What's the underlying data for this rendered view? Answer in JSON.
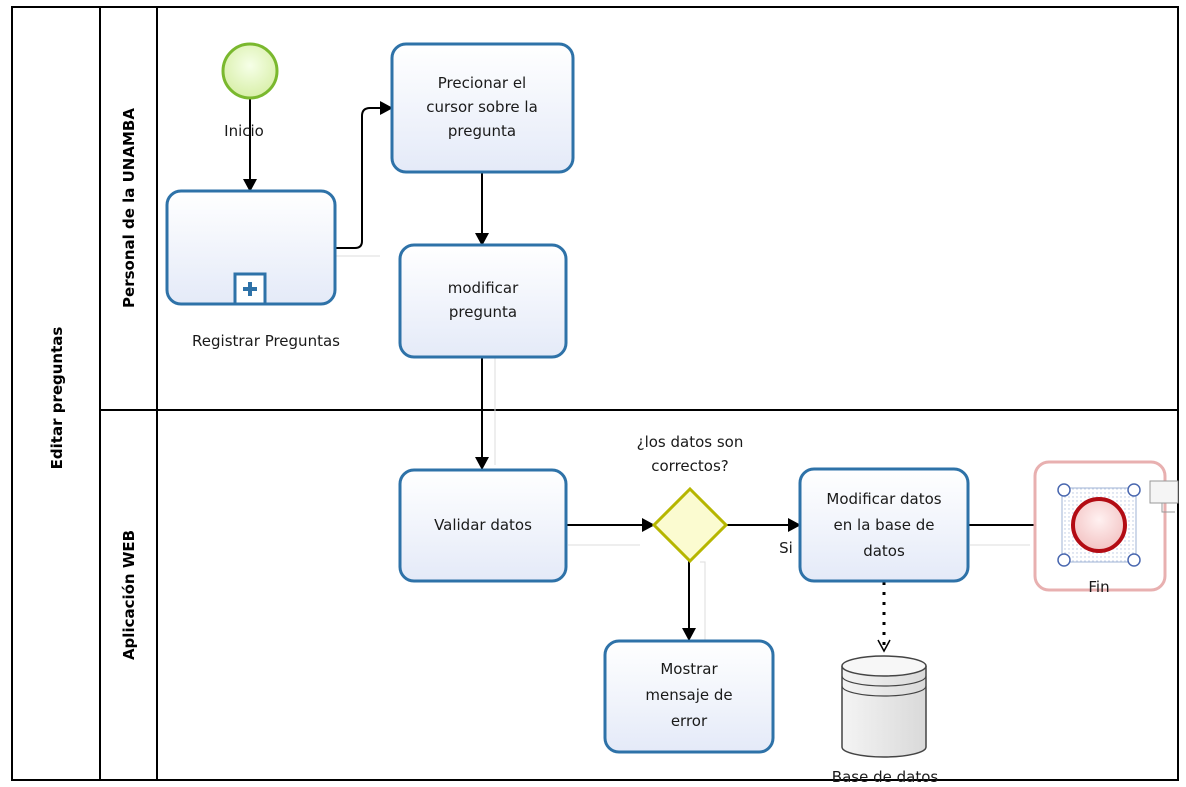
{
  "pool": {
    "label": "Editar preguntas"
  },
  "lanes": [
    {
      "id": "personal",
      "label": "Personal de la UNAMBA"
    },
    {
      "id": "web",
      "label": "Aplicación WEB"
    }
  ],
  "events": {
    "start": {
      "label": "Inicio"
    },
    "end": {
      "label": "Fin"
    }
  },
  "tasks": {
    "registrar": {
      "label_lines": [
        "Registrar Preguntas"
      ]
    },
    "precionar": {
      "label_lines": [
        "Precionar el",
        "cursor sobre la",
        "pregunta"
      ]
    },
    "modificar_pregunta": {
      "label_lines": [
        "modificar",
        "pregunta"
      ]
    },
    "validar": {
      "label_lines": [
        "Validar datos"
      ]
    },
    "modificar_datos": {
      "label_lines": [
        "Modificar datos",
        "en la base de",
        "datos"
      ]
    },
    "mostrar_error": {
      "label_lines": [
        "Mostrar",
        "mensaje de",
        "error"
      ]
    }
  },
  "gateway": {
    "label_lines": [
      "¿los datos son",
      "correctos?"
    ],
    "yes_label": "Si"
  },
  "data_store": {
    "label": "Base de datos"
  },
  "colors": {
    "task_border": "#2e72a8",
    "start_fill": "#e6f5c8",
    "start_stroke": "#7ab82e",
    "end_fill": "#f7d7d7",
    "end_stroke": "#b30c14",
    "gateway_fill": "#fbfbd0",
    "gateway_stroke": "#b6b600"
  }
}
